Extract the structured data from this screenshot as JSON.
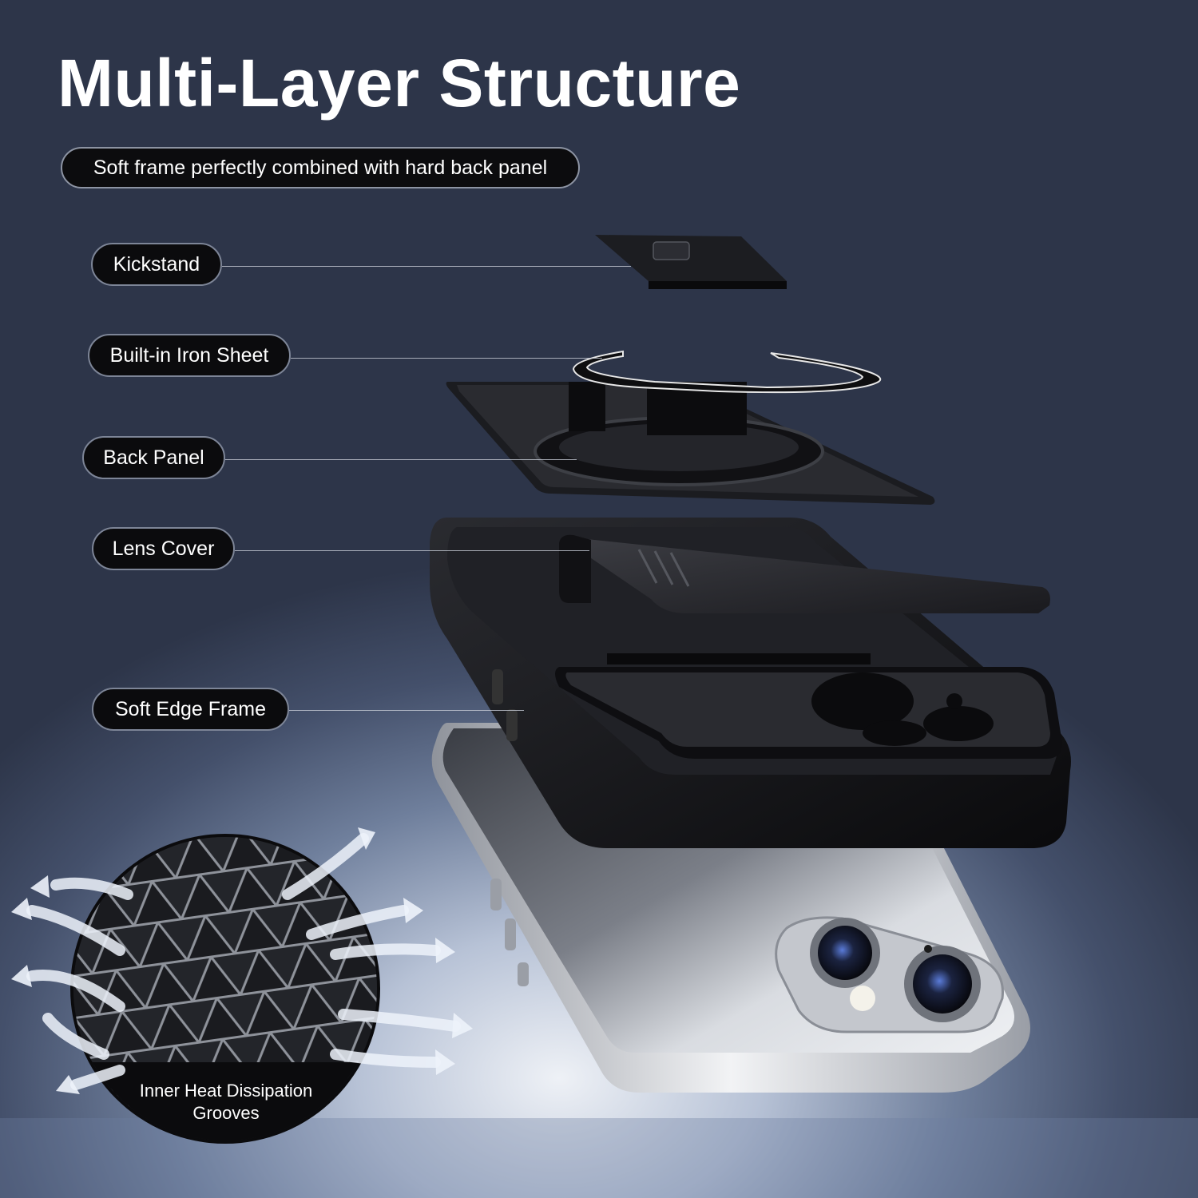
{
  "header": {
    "title": "Multi-Layer Structure",
    "subtitle": "Soft frame perfectly combined with hard back panel"
  },
  "labels": {
    "kickstand": "Kickstand",
    "iron_sheet": "Built-in Iron Sheet",
    "back_panel": "Back Panel",
    "lens_cover": "Lens Cover",
    "soft_edge_frame": "Soft Edge Frame"
  },
  "heat_callout": {
    "line1": "Inner Heat Dissipation",
    "line2": "Grooves"
  },
  "colors": {
    "pill_background": "#0b0b0d",
    "pill_border": "#7d8597",
    "title_text": "#ffffff",
    "case_black": "#111114",
    "phone_silver": "#c9ccd2"
  }
}
